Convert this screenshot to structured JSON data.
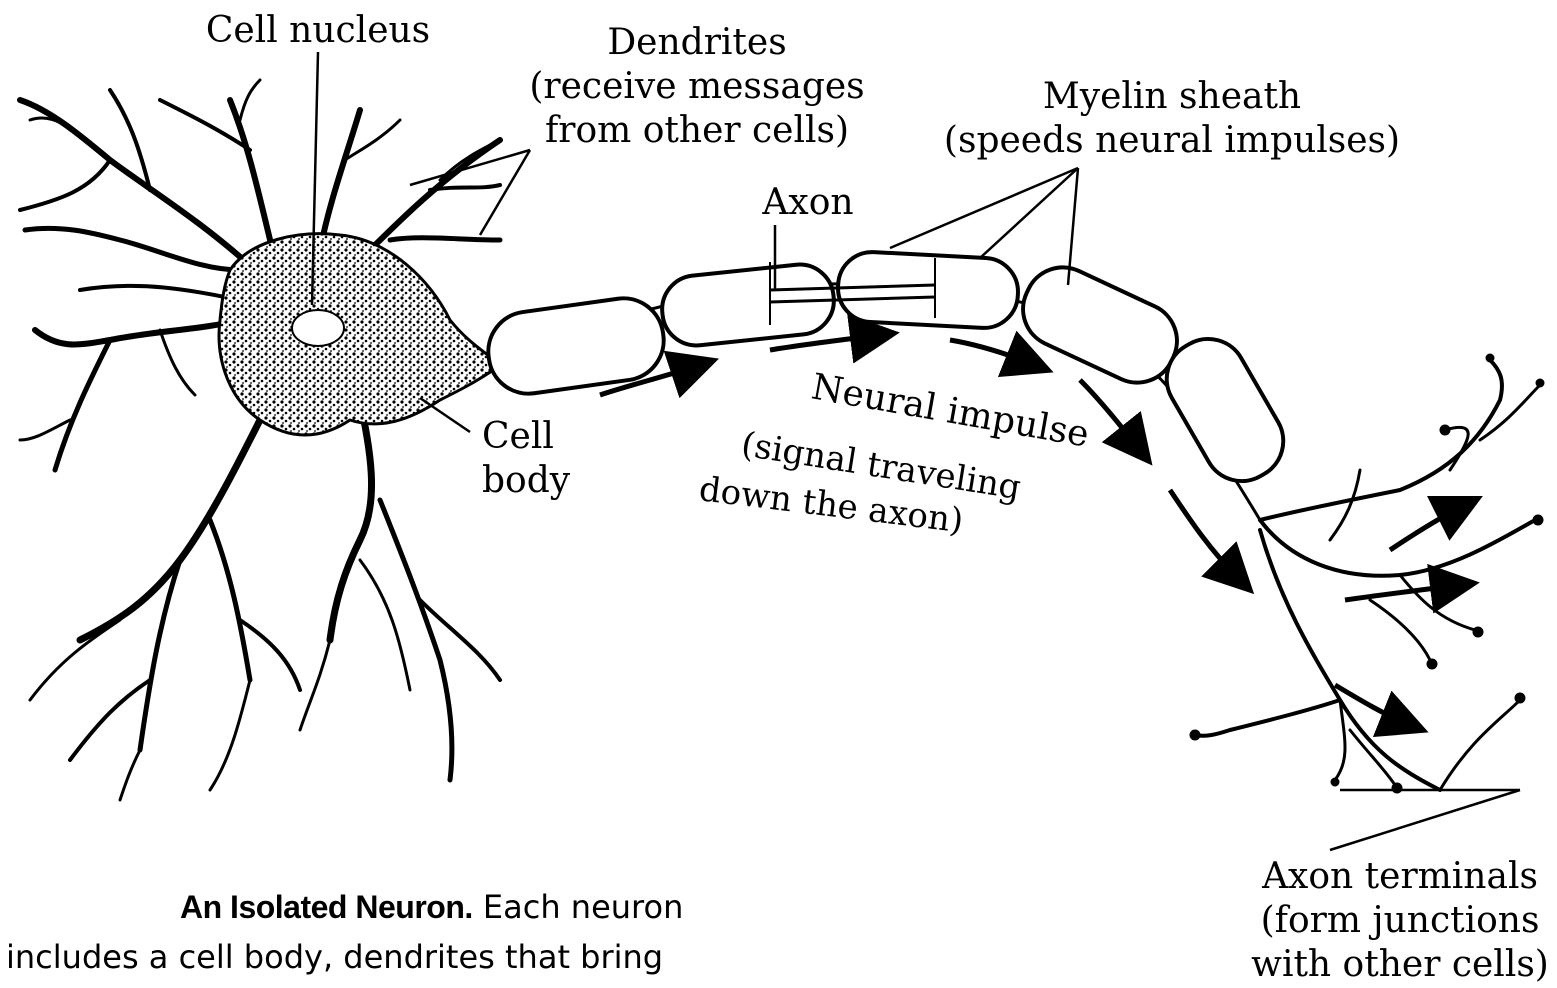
{
  "labels": {
    "cell_nucleus": "Cell nucleus",
    "dendrites": "Dendrites",
    "dendrites_note_1": "(receive messages",
    "dendrites_note_2": "from other cells)",
    "myelin": "Myelin sheath",
    "myelin_note": "(speeds neural impulses)",
    "axon": "Axon",
    "cell_body_1": "Cell",
    "cell_body_2": "body",
    "impulse_1": "Neural impulse",
    "impulse_2": "(signal traveling",
    "impulse_3": "down the axon)",
    "terminals_1": "Axon terminals",
    "terminals_2": "(form junctions",
    "terminals_3": "with other cells)"
  },
  "caption": {
    "title": "An Isolated Neuron.",
    "line1_rest": "Each neuron",
    "line2": "includes a cell body, dendrites that bring"
  },
  "colors": {
    "ink": "#000000",
    "paper": "#ffffff"
  }
}
